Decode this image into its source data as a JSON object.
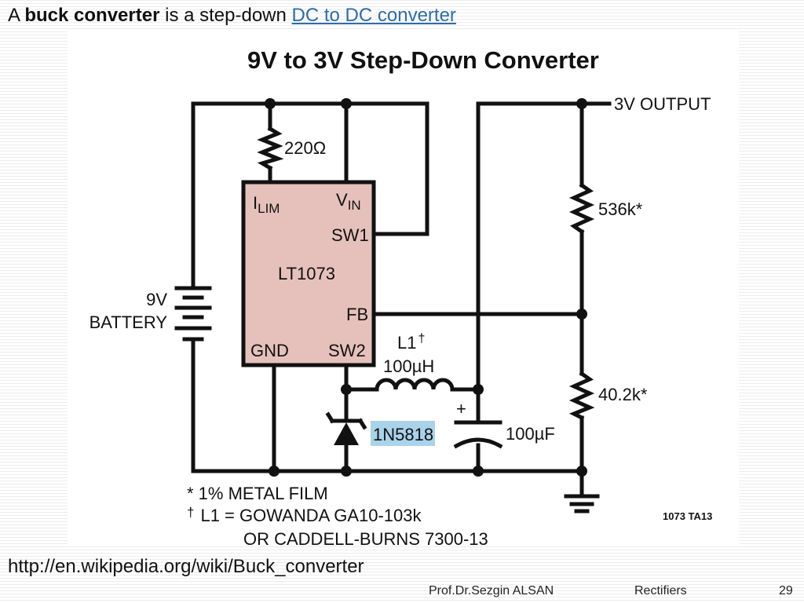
{
  "slide": {
    "heading_prefix": "A ",
    "heading_bold": "buck converter",
    "heading_mid": " is a step-down ",
    "heading_link": "DC to DC converter",
    "url": "http://en.wikipedia.org/wiki/Buck_converter",
    "footer_author": "Prof.Dr.Sezgin ALSAN",
    "footer_topic": "Rectifiers",
    "page_number": "29"
  },
  "diagram": {
    "title": "9V to 3V Step-Down Converter",
    "ic": {
      "name": "LT1073",
      "pin_ilim": "I",
      "pin_ilim_sub": "LIM",
      "pin_vin": "V",
      "pin_vin_sub": "IN",
      "pin_sw1": "SW1",
      "pin_fb": "FB",
      "pin_gnd": "GND",
      "pin_sw2": "SW2"
    },
    "resistor_ilim": "220Ω",
    "battery_voltage": "9V",
    "battery_label": "BATTERY",
    "inductor_name": "L1",
    "inductor_mark": "†",
    "inductor_value": "100µH",
    "diode": "1N5818",
    "capacitor": "100µF",
    "capacitor_polarity": "+",
    "r_top": "536k*",
    "r_bottom": "40.2k*",
    "output": "3V OUTPUT",
    "note_1": "* 1% METAL FILM",
    "note_2_mark": "†",
    "note_2": "L1 = GOWANDA GA10-103k",
    "note_3": "OR CADDELL-BURNS 7300-13",
    "code": "1073 TA13",
    "colors": {
      "ic_fill": "#e6c1bb",
      "diode_highlight": "#a9d3ea",
      "wire": "#111111"
    }
  }
}
